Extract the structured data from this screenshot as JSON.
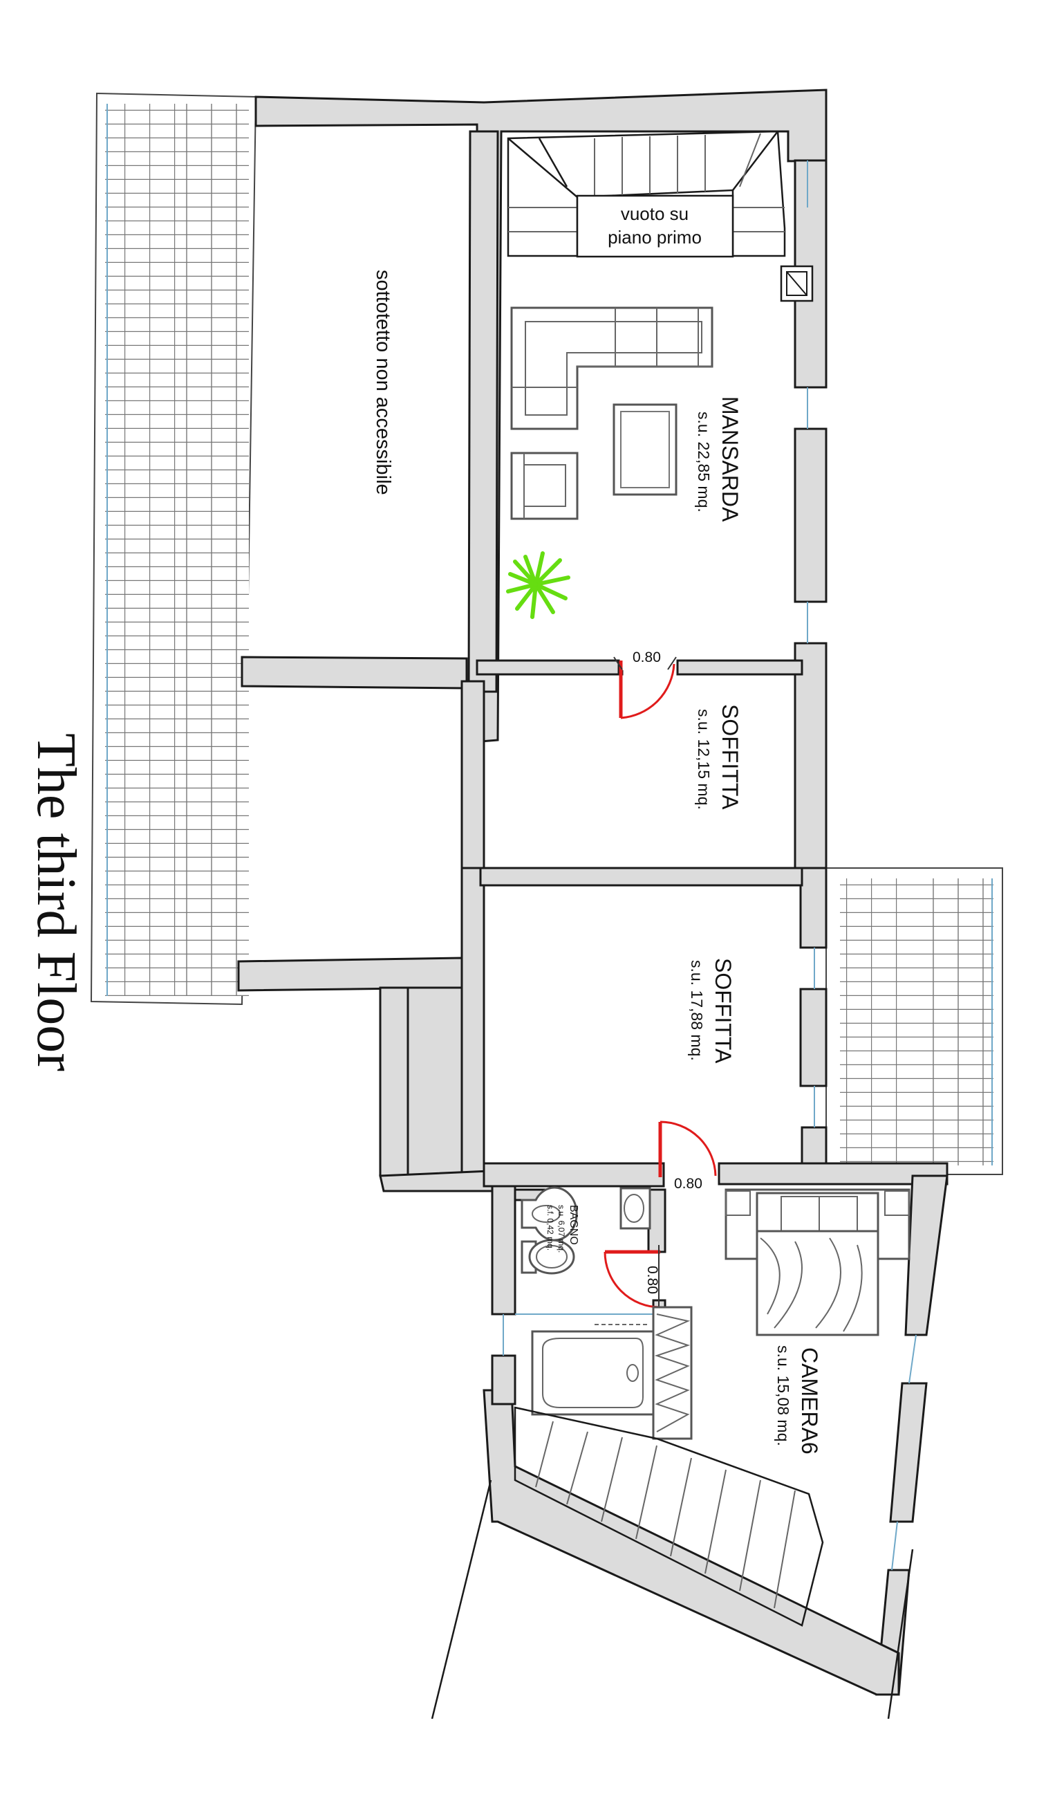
{
  "title": "The third Floor",
  "rooms": {
    "mansarda": {
      "name": "MANSARDA",
      "area": "s.u. 22,85 mq."
    },
    "soffitta1": {
      "name": "SOFFITTA",
      "area": "s.u. 12,15 mq."
    },
    "soffitta2": {
      "name": "SOFFITTA",
      "area": "s.u. 17,88 mq."
    },
    "camera6": {
      "name": "CAMERA6",
      "area": "s.u. 15,08 mq."
    },
    "bagno": {
      "name": "BAGNO",
      "area1": "s.u. 6,07 mq.",
      "area2": "s.f. 0,42 mq."
    },
    "sottotetto": {
      "name": "sottotetto non accessibile"
    },
    "vuoto": {
      "line1": "vuoto su",
      "line2": "piano primo"
    }
  },
  "doors": [
    "0.80",
    "0.80",
    "0.80"
  ],
  "colors": {
    "wall_fill": "#dcdcdc",
    "door": "#e01b1b",
    "plant": "#66dd11",
    "glass": "#6fa8c8"
  }
}
